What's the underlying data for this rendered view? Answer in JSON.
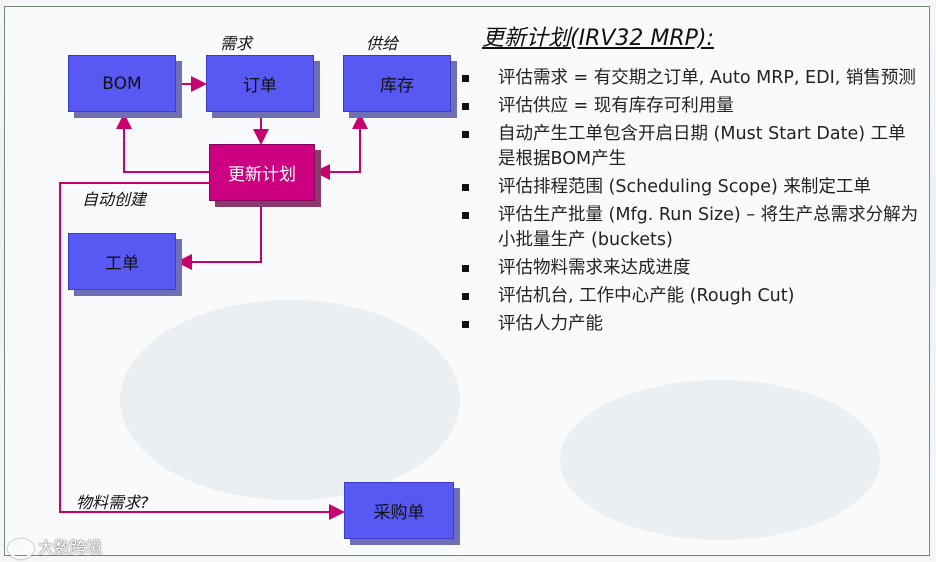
{
  "title": "更新计划(IRV32 MRP):",
  "boxes": {
    "bom": "BOM",
    "order": "订单",
    "stock": "库存",
    "update_plan": "更新计划",
    "work_order": "工单",
    "purchase_order": "采购单"
  },
  "labels": {
    "demand": "需求",
    "supply": "供给",
    "auto_create": "自动创建",
    "material_demand": "物料需求?"
  },
  "bullets": [
    "评估需求 = 有交期之订单, Auto MRP, EDI, 销售预测",
    "评估供应 = 现有库存可利用量",
    "自动产生工单包含开启日期 (Must Start Date) 工单是根据BOM产生",
    "评估排程范围 (Scheduling Scope) 来制定工单",
    "评估生产批量 (Mfg. Run Size) – 将生产总需求分解为小批量生产 (buckets)",
    "评估物料需求来达成进度",
    "评估机台, 工作中心产能 (Rough Cut)",
    "评估人力产能"
  ],
  "watermark": "大数跨境",
  "colors": {
    "box_blue": "#5858f2",
    "box_magenta": "#cc0080",
    "arrow": "#c8006e"
  }
}
